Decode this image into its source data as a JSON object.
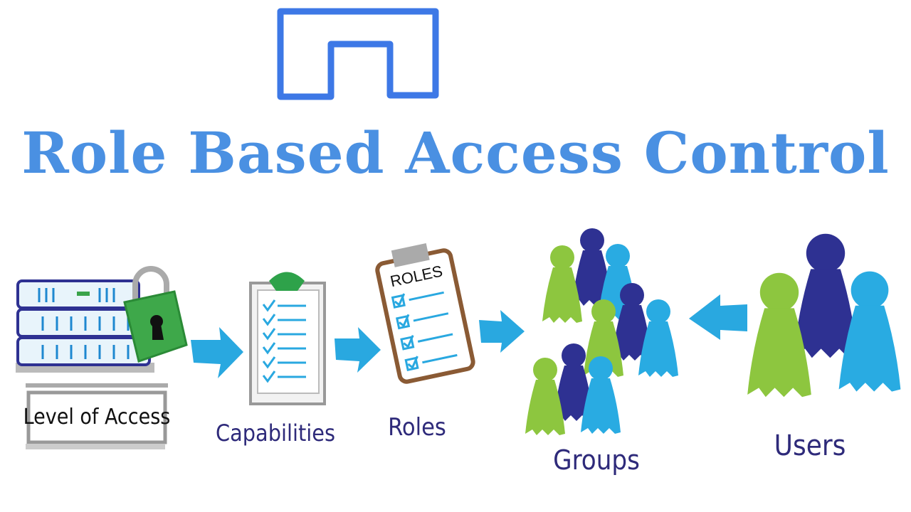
{
  "title": "Role Based Access Control",
  "logo_name": "logo-icon",
  "steps": {
    "level_of_access": "Level of Access",
    "capabilities": "Capabilities",
    "roles": "Roles",
    "roles_clipboard_heading": "ROLES",
    "groups": "Groups",
    "users": "Users"
  },
  "colors": {
    "title": "#4a90e2",
    "arrow": "#29a8e0",
    "green": "#8dc63f",
    "navy": "#2e3192",
    "cyan": "#29abe2"
  }
}
